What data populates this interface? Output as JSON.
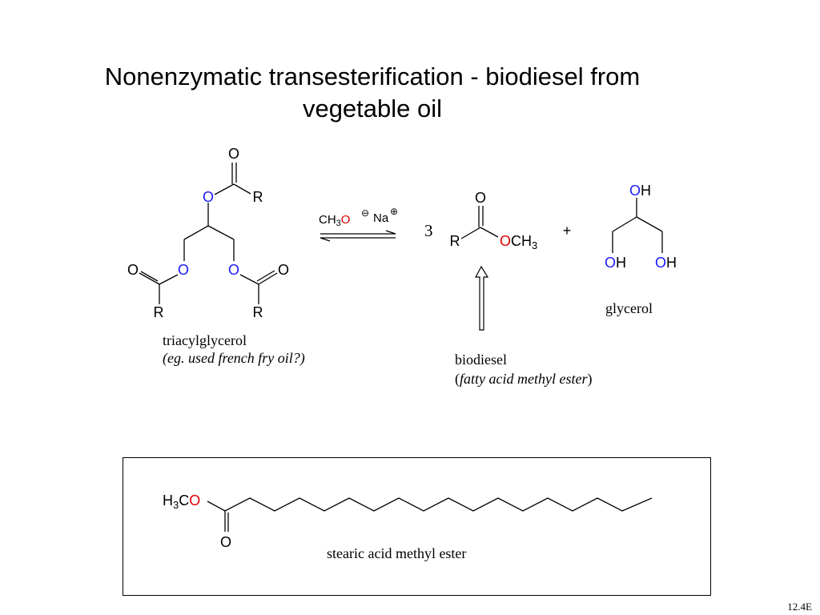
{
  "title_line1": "Nonenzymatic transesterification - biodiesel from",
  "title_line2": "vegetable oil",
  "reactant": {
    "name": "triacylglycerol",
    "note": "(eg. used french fry oil?)"
  },
  "reagent": {
    "methoxide_c": "CH",
    "methoxide_sub": "3",
    "methoxide_o": "O",
    "counterion": "Na",
    "minus_sign": "⊖",
    "plus_sign": "⊕"
  },
  "product1": {
    "coefficient": "3",
    "label": "biodiesel",
    "desc_open": "(",
    "desc": "fatty acid methyl ester",
    "desc_close": ")"
  },
  "plus": "+",
  "product2": {
    "label": "glycerol"
  },
  "atoms": {
    "O": "O",
    "R": "R",
    "H": "H",
    "CH": "CH",
    "three": "3",
    "H3C_H": "H",
    "H3C_C": "C"
  },
  "example": {
    "name": "stearic acid methyl ester"
  },
  "slide_number": "12.4E",
  "colors": {
    "oxygen": "#1a1aff",
    "ester_oxygen": "#e00000",
    "ink": "#000000"
  }
}
